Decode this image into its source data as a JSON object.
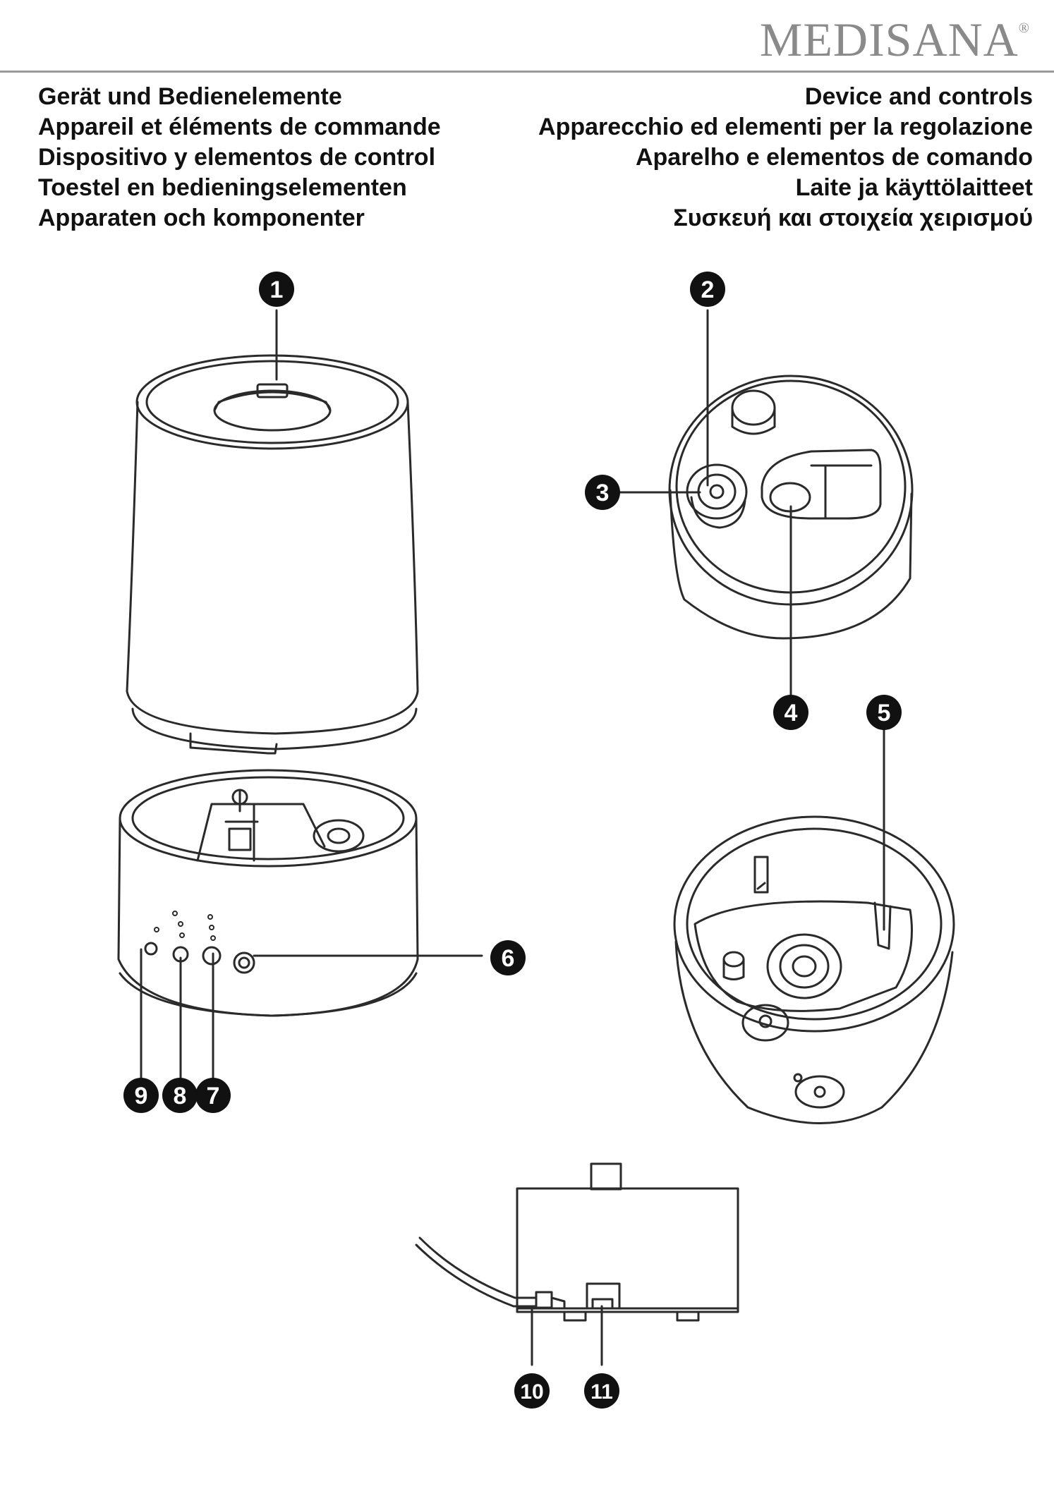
{
  "brand": {
    "name": "MEDISANA",
    "mark": "®"
  },
  "headings_left": [
    "Gerät und Bedienelemente",
    "Appareil et éléments de commande",
    "Dispositivo y elementos de control",
    "Toestel en bedieningselementen",
    "Apparaten och komponenter"
  ],
  "headings_right": [
    "Device and controls",
    "Apparecchio ed elementi per la regolazione",
    "Aparelho e elementos de comando",
    "Laite ja käyttölaitteet",
    "Συσκευή και στοιχεία χειρισμού"
  ],
  "callouts": [
    "1",
    "2",
    "3",
    "4",
    "5",
    "6",
    "7",
    "8",
    "9",
    "10",
    "11"
  ],
  "colors": {
    "line": "#2a2a2a",
    "badge": "#111111",
    "brand": "#8a8a8a",
    "rule": "#9a9a9a"
  }
}
